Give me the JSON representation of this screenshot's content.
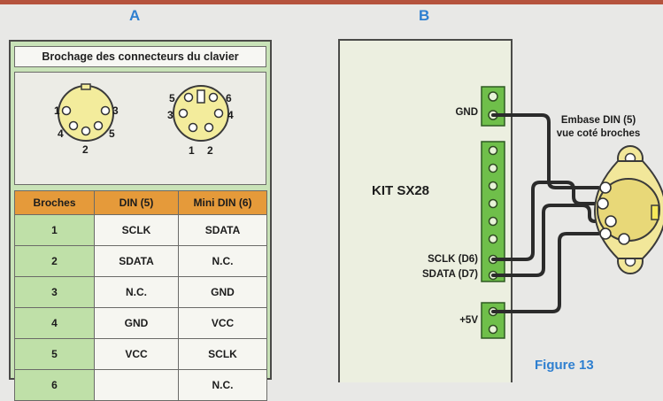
{
  "panels": {
    "a_letter": "A",
    "b_letter": "B"
  },
  "table": {
    "title": "Brochage des connecteurs du clavier",
    "din5_pins": [
      "1",
      "2",
      "3",
      "4",
      "5"
    ],
    "mini_din6_pins": [
      "1",
      "2",
      "3",
      "4",
      "5",
      "6"
    ],
    "headers": [
      "Broches",
      "DIN (5)",
      "Mini DIN (6)"
    ],
    "rows": [
      {
        "pin": "1",
        "din5": "SCLK",
        "mini": "SDATA"
      },
      {
        "pin": "2",
        "din5": "SDATA",
        "mini": "N.C."
      },
      {
        "pin": "3",
        "din5": "N.C.",
        "mini": "GND"
      },
      {
        "pin": "4",
        "din5": "GND",
        "mini": "VCC"
      },
      {
        "pin": "5",
        "din5": "VCC",
        "mini": "SCLK"
      },
      {
        "pin": "6",
        "din5": "",
        "mini": "N.C."
      }
    ]
  },
  "wiring": {
    "board_label": "KIT SX28",
    "gnd_label": "GND",
    "sclk_label": "SCLK (D6)",
    "sdata_label": "SDATA (D7)",
    "vcc_label": "+5V",
    "din_caption_line1": "Embase DIN (5)",
    "din_caption_line2": "vue coté broches",
    "figure_label": "Figure 13"
  },
  "colors": {
    "header_orange": "#e59a3a",
    "cell_green": "#bfe0a8",
    "frame_green": "#c9e3b8",
    "terminal_green": "#6fbf4a",
    "accent_blue": "#2e7fd0",
    "din_yellow": "#f2e79a"
  }
}
